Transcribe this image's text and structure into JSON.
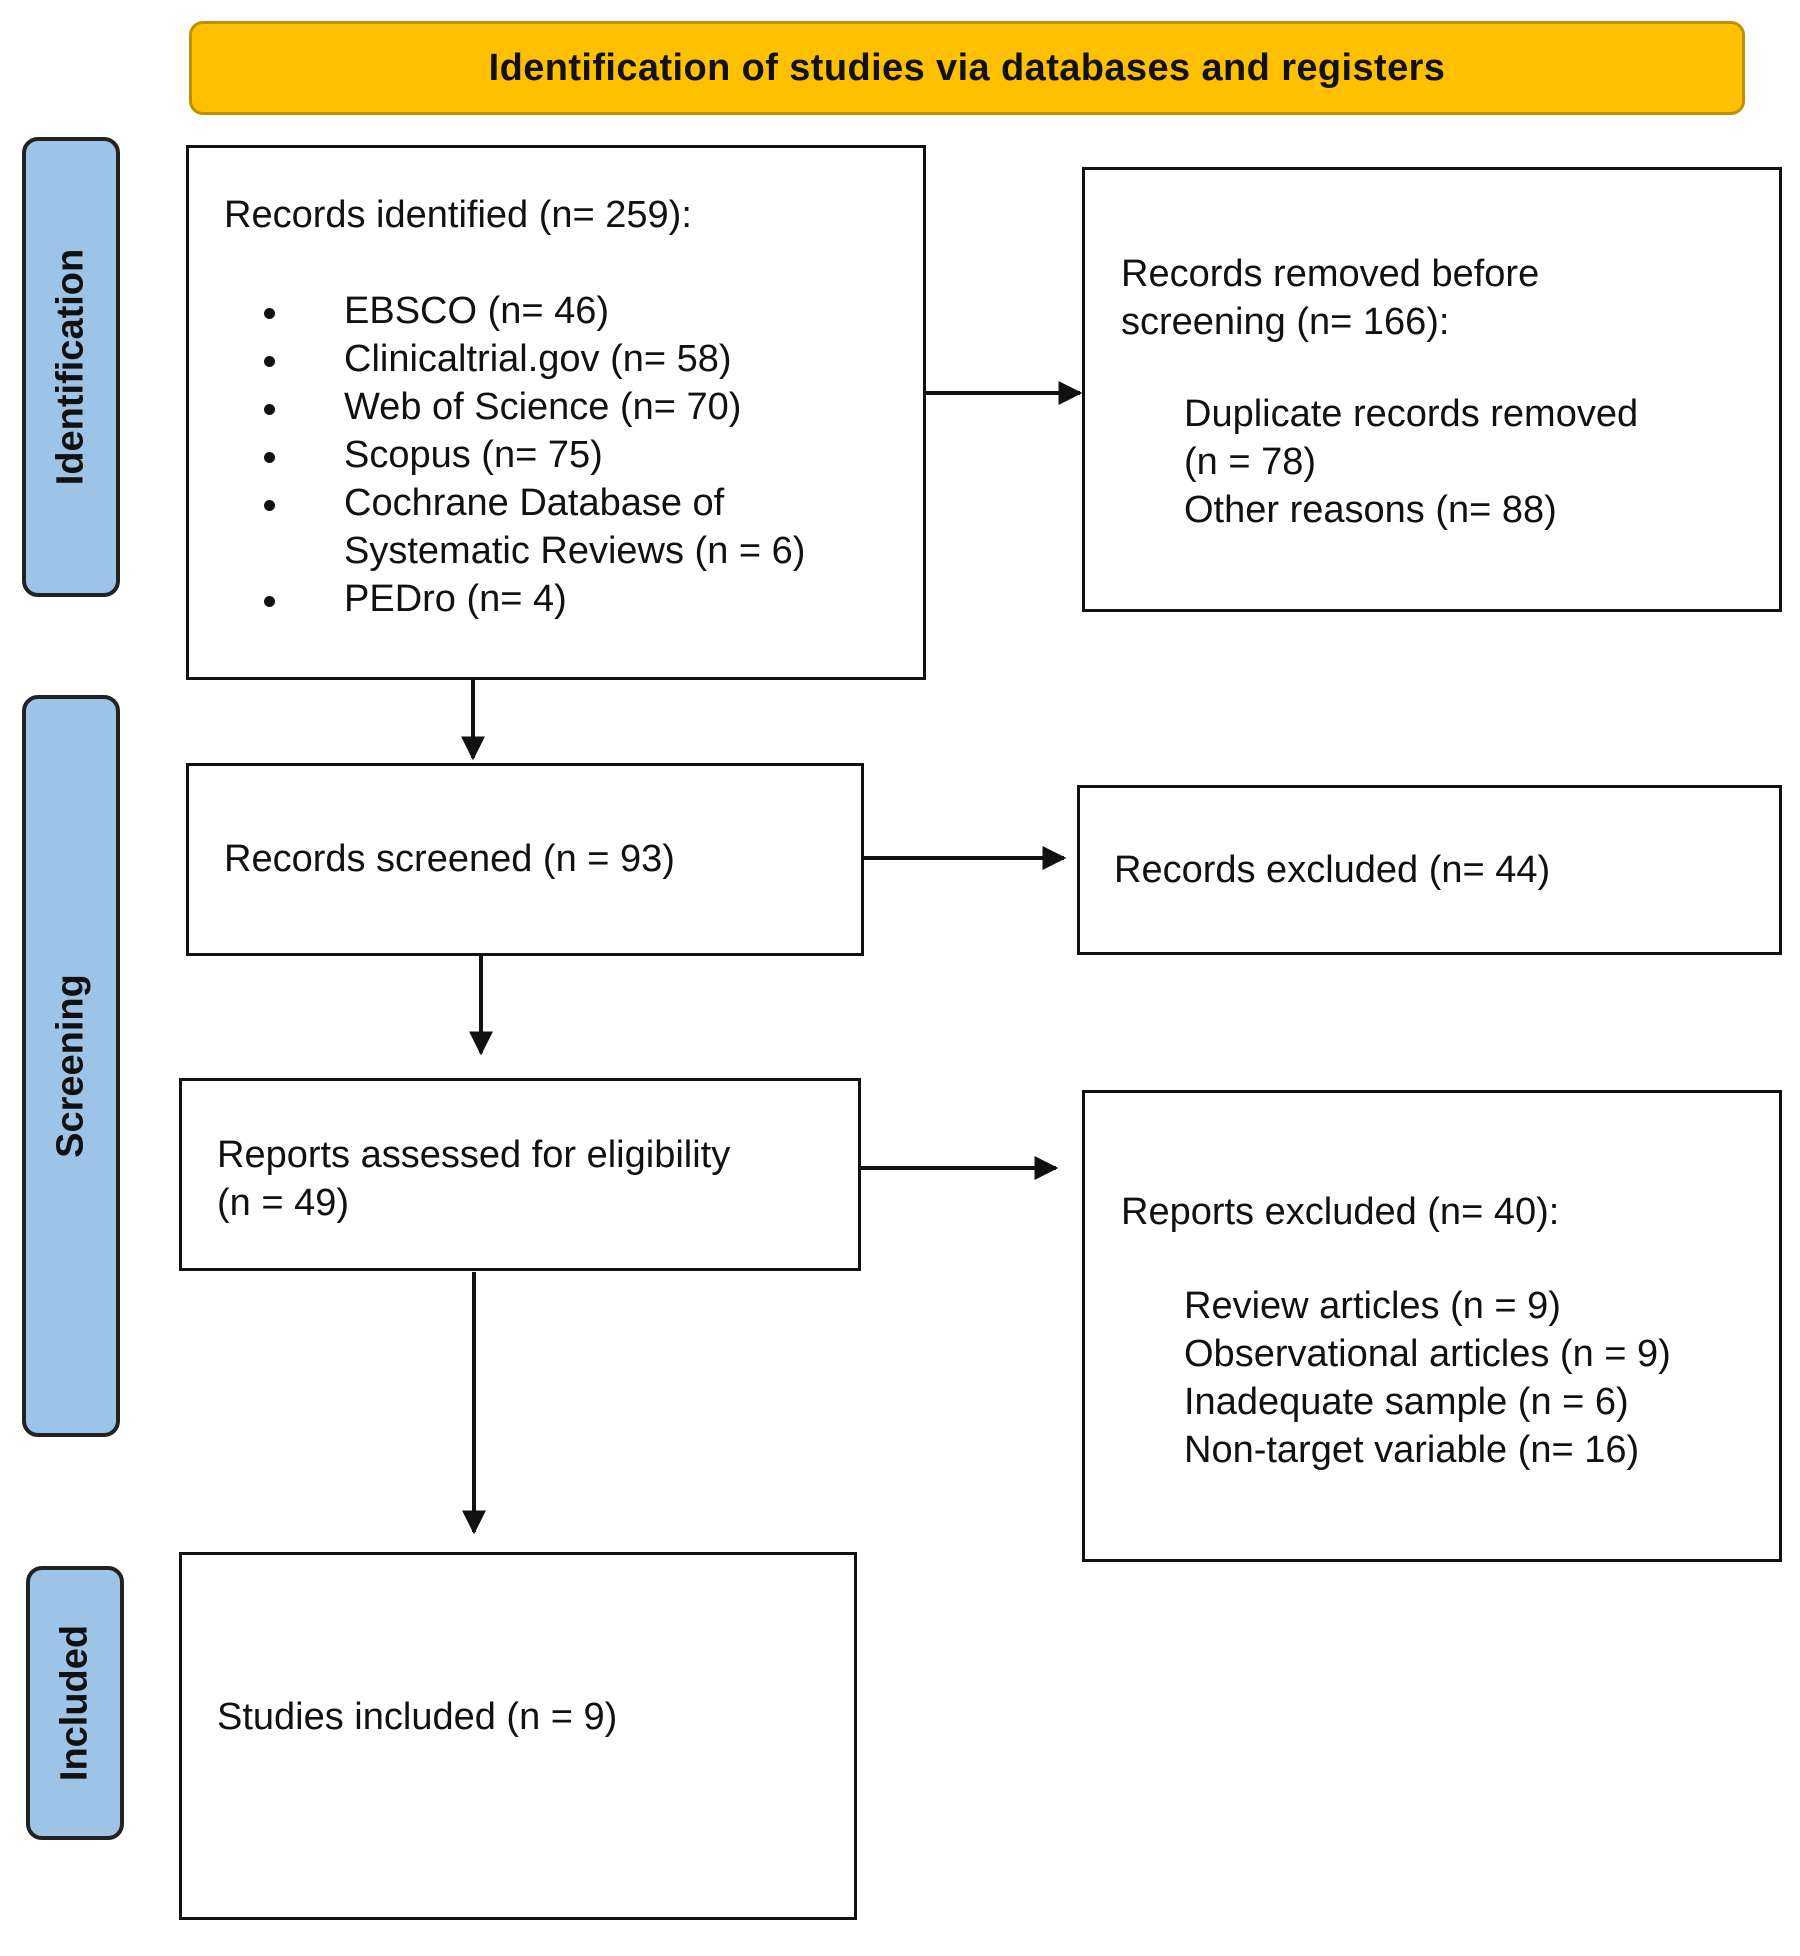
{
  "colors": {
    "banner_fill": "#FFC000",
    "banner_stroke": "#BF9000",
    "phase_fill": "#9DC3E6",
    "phase_stroke": "#222222"
  },
  "header": {
    "title": "Identification of studies via databases and registers"
  },
  "phases": {
    "identification": "Identification",
    "screening": "Screening",
    "included": "Included"
  },
  "records_identified": {
    "heading": "Records identified (n= 259):",
    "sources": [
      "EBSCO (n= 46)",
      "Clinicaltrial.gov (n= 58)",
      "Web of Science (n= 70)",
      "Scopus (n= 75)",
      "Cochrane Database of Systematic Reviews (n = 6)",
      "PEDro (n= 4)"
    ]
  },
  "records_removed": {
    "heading_line1": "Records removed before",
    "heading_line2": "screening (n= 166):",
    "duplicate_line1": "Duplicate records removed",
    "duplicate_line2": "(n = 78)",
    "other": "Other reasons (n= 88)"
  },
  "records_screened": {
    "text": "Records screened (n = 93)"
  },
  "records_excluded": {
    "text": "Records excluded (n= 44)"
  },
  "reports_assessed": {
    "line1": "Reports assessed for eligibility",
    "line2": "(n = 49)"
  },
  "reports_excluded": {
    "heading": "Reports excluded (n= 40):",
    "reasons": [
      "Review articles (n = 9)",
      "Observational articles (n = 9)",
      "Inadequate sample (n = 6)",
      "Non-target variable (n= 16)"
    ]
  },
  "studies_included": {
    "text": "Studies included (n = 9)"
  }
}
